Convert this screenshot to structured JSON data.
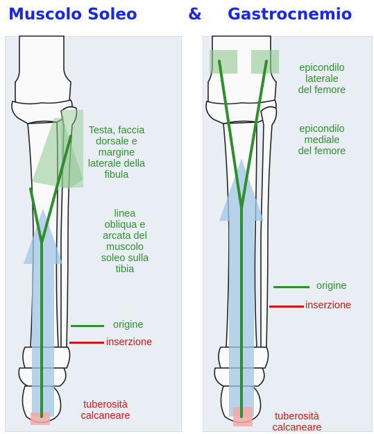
{
  "titles": {
    "left": "Muscolo Soleo",
    "amp": "&",
    "right": "Gastrocnemio"
  },
  "left": {
    "origin_label_1": "Testa, faccia\ndorsale e\nmargine\nlaterale della\nfibula",
    "origin_label_2": "linea\nobliqua e\narcata del\nmuscolo\nsoleo sulla\ntibia",
    "legend_origin": "origine",
    "legend_insertion": "inserzione",
    "insertion_label": "tuberosità\ncalcaneare"
  },
  "right": {
    "origin_label_1": "epicondilo\nlaterale\ndel femore",
    "origin_label_2": "epicondilo\nmediale\ndel femore",
    "legend_origin": "origine",
    "legend_insertion": "inserzione",
    "insertion_label": "tuberosità\ncalcaneare"
  },
  "colors": {
    "title": "#1a28e0",
    "origin": "#2f8f2f",
    "insertion": "#d01818",
    "arrow": "#9fc5e6"
  }
}
